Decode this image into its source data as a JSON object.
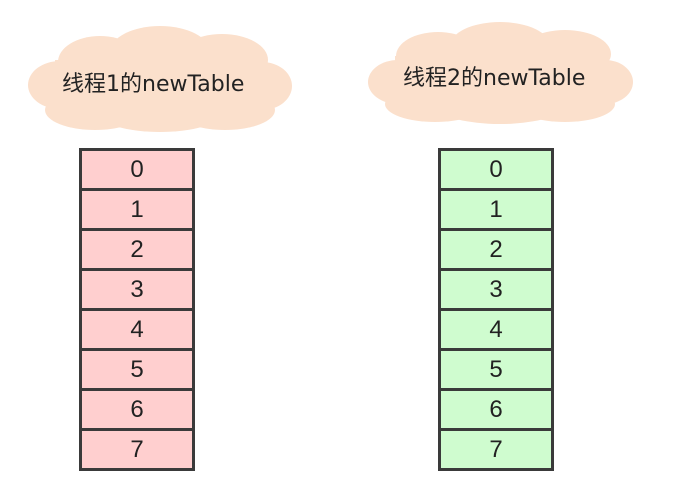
{
  "colors": {
    "cloud_fill": "#fbe0cc",
    "table1_cell": "#ffcfcf",
    "table2_cell": "#cffccf",
    "border": "#3a3a3a"
  },
  "thread1": {
    "label": "线程1的newTable",
    "cells": [
      "0",
      "1",
      "2",
      "3",
      "4",
      "5",
      "6",
      "7"
    ]
  },
  "thread2": {
    "label": "线程2的newTable",
    "cells": [
      "0",
      "1",
      "2",
      "3",
      "4",
      "5",
      "6",
      "7"
    ]
  }
}
